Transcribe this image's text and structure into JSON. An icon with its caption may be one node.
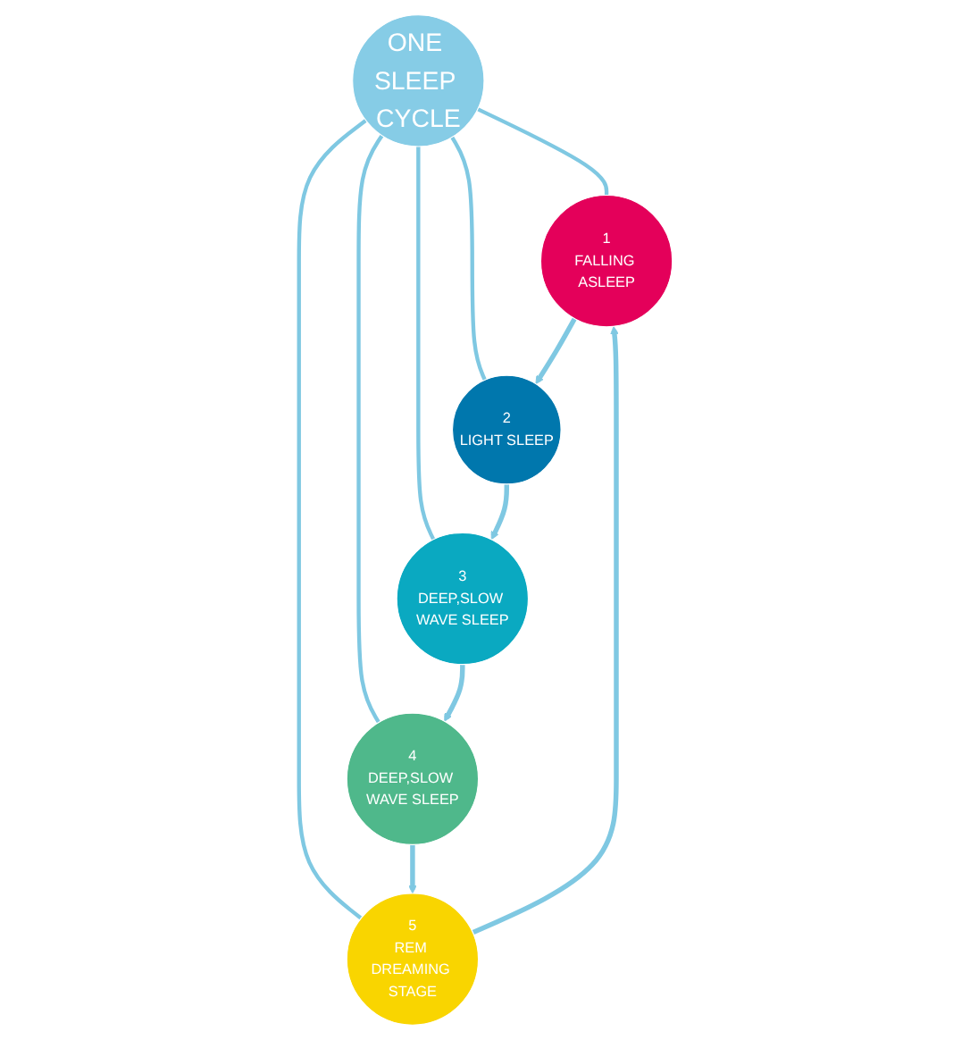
{
  "diagram": {
    "nodes": [
      {
        "text": [
          "ONE SLEEP CYCLE"
        ]
      },
      {
        "text": [
          "1",
          "FALLING ASLEEP"
        ]
      },
      {
        "text": [
          "2",
          "LIGHT SLEEP"
        ]
      },
      {
        "text": [
          "3",
          "DEEP,SLOW WAVE SLEEP"
        ]
      },
      {
        "text": [
          "4",
          "DEEP,SLOW WAVE SLEEP"
        ]
      },
      {
        "text": [
          "5",
          "REM DREAMING STAGE"
        ]
      }
    ],
    "edges": [
      {
        "from": 0,
        "to": 1,
        "arrow": "none"
      },
      {
        "from": 0,
        "to": 2,
        "arrow": "none"
      },
      {
        "from": 0,
        "to": 3,
        "arrow": "none"
      },
      {
        "from": 0,
        "to": 4,
        "arrow": "none"
      },
      {
        "from": 0,
        "to": 5,
        "arrow": "none"
      },
      {
        "from": 1,
        "to": 2,
        "arrow": "to"
      },
      {
        "from": 2,
        "to": 3,
        "arrow": "to"
      },
      {
        "from": 3,
        "to": 4,
        "arrow": "to"
      },
      {
        "from": 4,
        "to": 5,
        "arrow": "to"
      },
      {
        "from": 5,
        "to": 1,
        "arrow": "to"
      }
    ]
  }
}
